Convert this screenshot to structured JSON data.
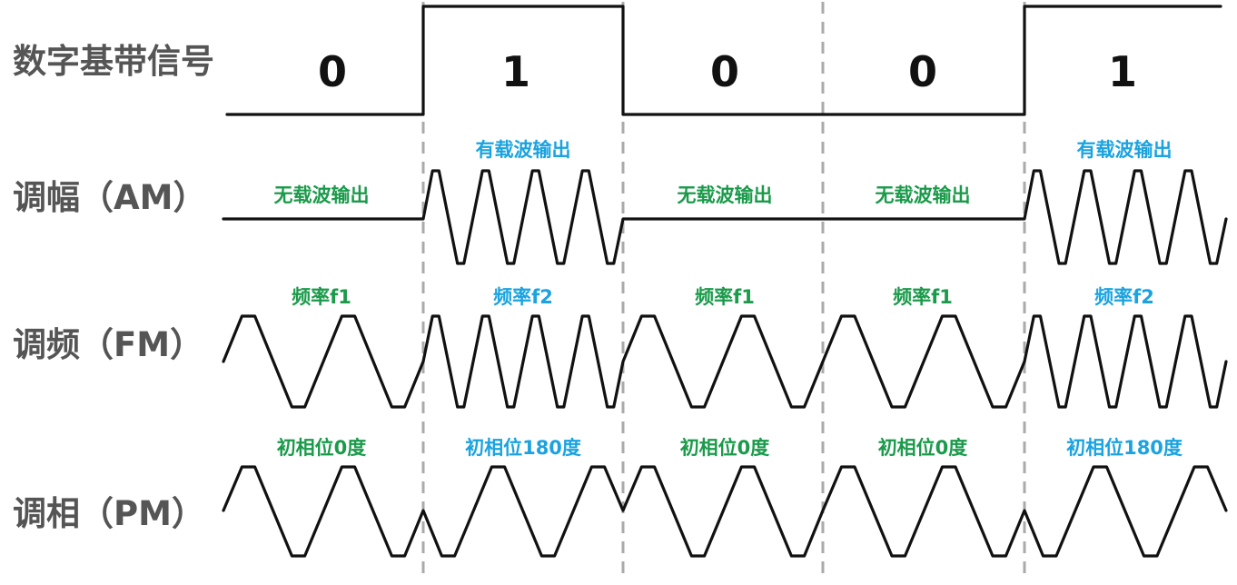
{
  "labels": {
    "digital": "数字基带信号",
    "am": "调幅（AM）",
    "fm": "调频（FM）",
    "pm": "调相（PM）"
  },
  "bits": [
    "0",
    "1",
    "0",
    "0",
    "1"
  ],
  "am_notes": [
    "无载波输出",
    "有载波输出",
    "无载波输出",
    "无载波输出",
    "有载波输出"
  ],
  "fm_notes": [
    "频率f1",
    "频率f2",
    "频率f1",
    "频率f1",
    "频率f2"
  ],
  "pm_notes": [
    "初相位0度",
    "初相位180度",
    "初相位0度",
    "初相位0度",
    "初相位180度"
  ],
  "colors": {
    "green": "#1a9a4a",
    "blue": "#1aa3e0",
    "line": "#111111",
    "label": "#555555",
    "divider": "#aaaaaa"
  }
}
